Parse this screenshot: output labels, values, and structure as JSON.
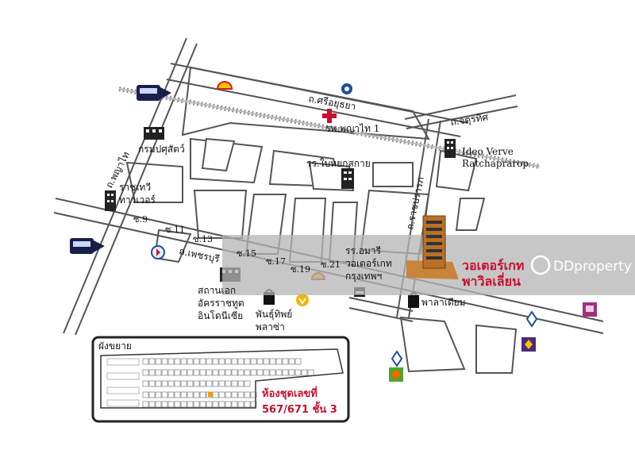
{
  "roads": {
    "sri_ayutthaya": "ถ.ศรีอยุธยา",
    "chaturathit": "ถ.จตุรทิศ",
    "phaya_thai": "ถ.พญาไท",
    "ratchaprarop": "ถ.ราชปรารภ",
    "phetchaburi": "ถ.เพชรบุรี",
    "soi_9": "ซ.9",
    "soi_11": "ซ.11",
    "soi_13": "ซ.13",
    "soi_15": "ซ.15",
    "soi_17": "ซ.17",
    "soi_19": "ซ.19",
    "soi_21": "ซ.21"
  },
  "places": {
    "hospital": "รพ.พญาไท 1",
    "customs": "กรมปศุสัตว์",
    "ideo_line1": "Ideo Verve",
    "ideo_line2": "Ratchaprarop",
    "school_yok": "รร.ใบหยกสกาย",
    "ratchathewi_line1": "ราชเทวี",
    "ratchathewi_line2": "ทาวเวอร์",
    "amari_line1": "รร.อมารี",
    "amari_line2": "วอเตอร์เกท",
    "amari_line3": "กรุงเทพฯ",
    "embassy_line1": "สถานเอก",
    "embassy_line2": "อัครราชทูต",
    "embassy_line3": "อินโดนีเซีย",
    "pantip_line1": "พันธุ์ทิพย์",
    "pantip_line2": "พลาซ่า",
    "palladium": "พาลาเดียม",
    "project_line1": "วอเตอร์เกท",
    "project_line2": "พาวิลเลี่ยน"
  },
  "inset": {
    "title": "ผังขยาย",
    "unit_line1": "ห้องชุดเลขที่",
    "unit_line2": "567/671 ชั้น 3"
  },
  "watermark": {
    "text": "DDproperty"
  },
  "colors": {
    "accent_red": "#c8102e",
    "watermark_band": "#b4b4b4",
    "project_building": "#c8843a",
    "road_outline": "#555555"
  },
  "icons": [
    "bts-train-icon",
    "shell-station-icon",
    "ptt-station-icon",
    "hospital-cross-icon",
    "building-icon",
    "shopping-bag-icon",
    "hotel-bed-icon",
    "bank-icon",
    "store-icon"
  ]
}
